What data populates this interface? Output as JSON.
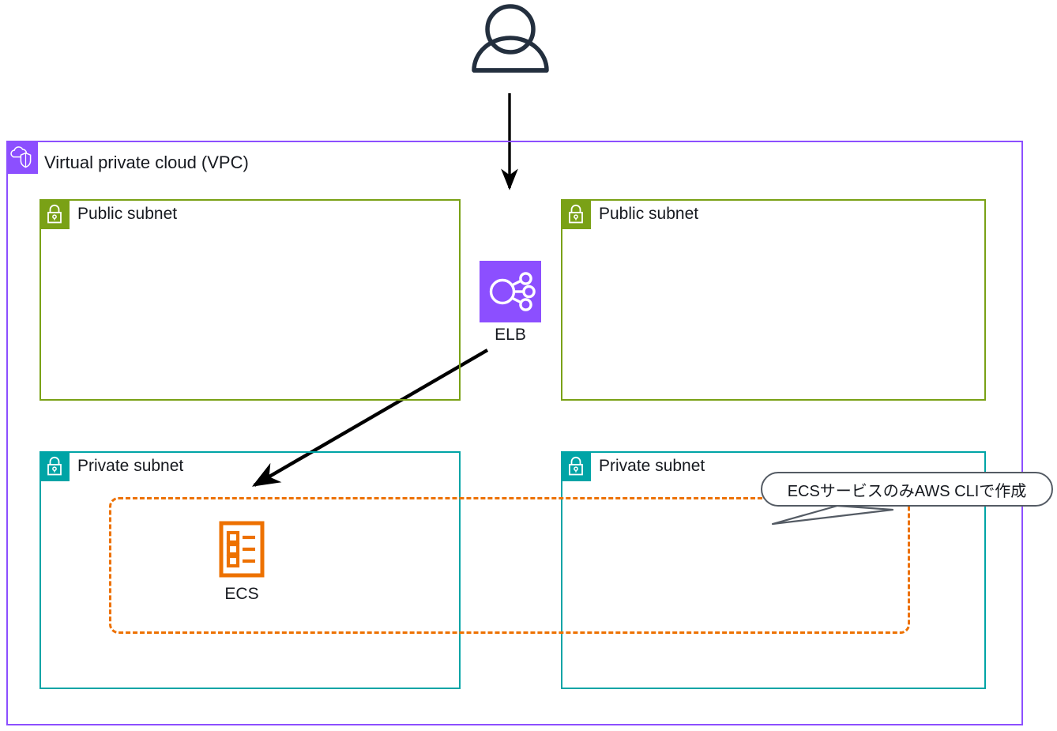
{
  "diagram": {
    "title": "AWS VPC ECS architecture diagram",
    "background": "#ffffff"
  },
  "actor": {
    "name": "user-actor",
    "icon": "user-icon",
    "color": "#232F3E",
    "label": ""
  },
  "vpc": {
    "label": "Virtual private cloud (VPC)",
    "icon": "vpc-cloud-shield-icon",
    "border_color": "#8C4FFF",
    "badge_color": "#8C4FFF"
  },
  "subnets": [
    {
      "id": "public-subnet-left",
      "label": "Public subnet",
      "type": "public",
      "icon": "lock-icon",
      "border_color": "#7AA116",
      "badge_color": "#7AA116"
    },
    {
      "id": "public-subnet-right",
      "label": "Public subnet",
      "type": "public",
      "icon": "lock-icon",
      "border_color": "#7AA116",
      "badge_color": "#7AA116"
    },
    {
      "id": "private-subnet-left",
      "label": "Private subnet",
      "type": "private",
      "icon": "lock-icon",
      "border_color": "#00A4A6",
      "badge_color": "#00A4A6"
    },
    {
      "id": "private-subnet-right",
      "label": "Private subnet",
      "type": "private",
      "icon": "lock-icon",
      "border_color": "#00A4A6",
      "badge_color": "#00A4A6"
    }
  ],
  "nodes": [
    {
      "id": "elb",
      "label": "ELB",
      "icon": "elb-network-nodes-icon",
      "tile_color": "#8C4FFF",
      "glyph_color": "#FFFFFF"
    },
    {
      "id": "ecs",
      "label": "ECS",
      "icon": "ecs-task-list-icon",
      "tile_color": "#FFFFFF",
      "glyph_color": "#ED7100"
    }
  ],
  "service_group": {
    "id": "ecs-service-group",
    "style": "dashed",
    "color": "#ED7100",
    "label": ""
  },
  "callout": {
    "text": "ECSサービスのみAWS CLIで作成",
    "border_color": "#545B64",
    "text_color": "#16191f"
  },
  "connections": [
    {
      "id": "user-to-elb",
      "from": "user-actor",
      "to": "elb",
      "color": "#000000",
      "style": "solid-arrow"
    },
    {
      "id": "elb-to-ecs",
      "from": "elb",
      "to": "ecs",
      "color": "#000000",
      "style": "solid-arrow"
    }
  ]
}
